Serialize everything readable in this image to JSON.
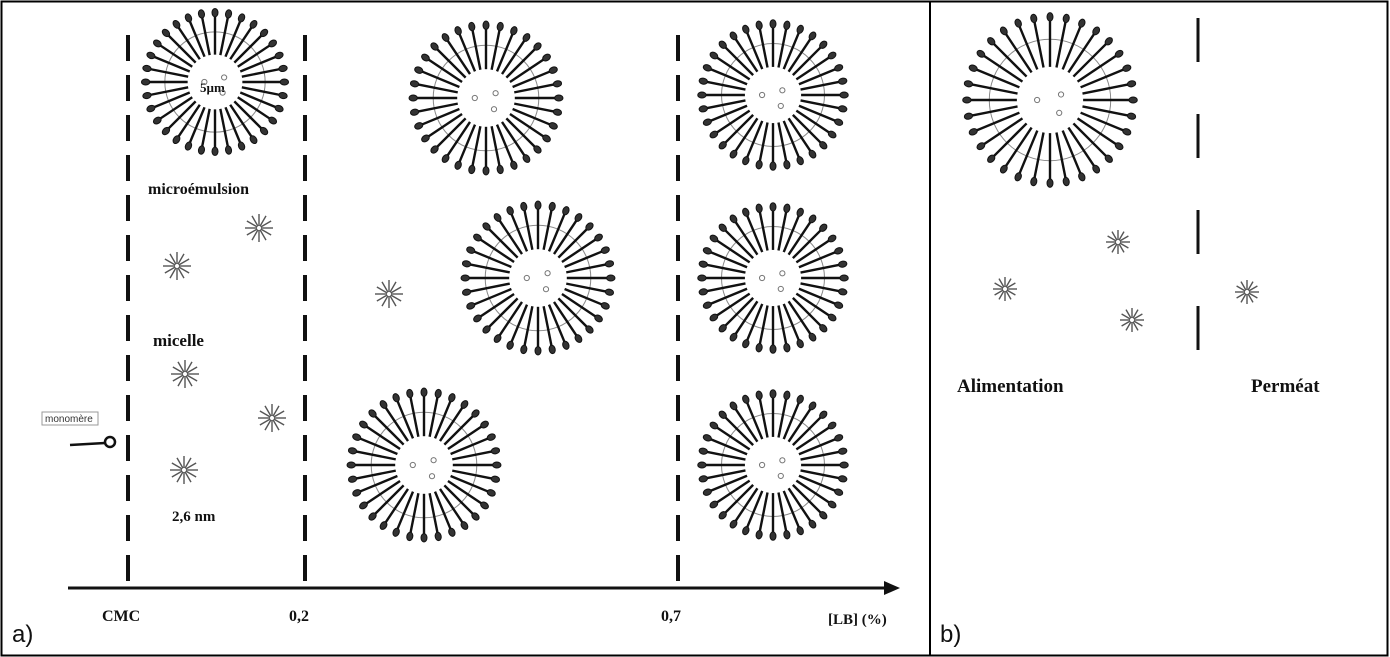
{
  "panel_a": {
    "letter": "a)",
    "labels": {
      "size_large": "5µm",
      "microemulsion": "microémulsion",
      "micelle": "micelle",
      "monomer": "monomère",
      "size_small": "2,6 nm"
    },
    "axis": {
      "ticks": [
        "CMC",
        "0,2",
        "0,7"
      ],
      "unit_label": "[LB] (%)"
    }
  },
  "panel_b": {
    "letter": "b)",
    "labels": {
      "feed": "Alimentation",
      "permeate": "Perméat"
    }
  },
  "colors": {
    "ink": "#111111",
    "grey_micelle": "#555555",
    "border": "#000000"
  }
}
